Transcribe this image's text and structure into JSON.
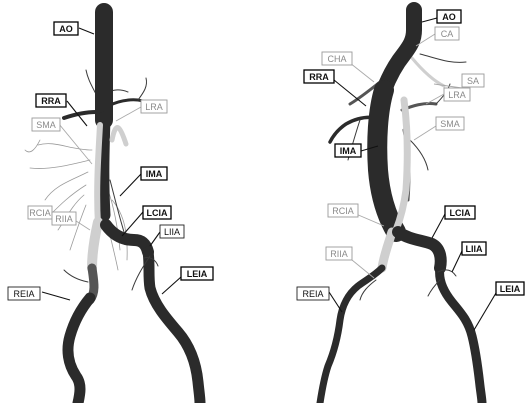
{
  "left_panel": {
    "labels": {
      "ao": "AO",
      "rra": "RRA",
      "lra": "LRA",
      "sma": "SMA",
      "ima": "IMA",
      "rcia": "RCIA",
      "riia": "RIIA",
      "lcia": "LCIA",
      "liia": "LIIA",
      "reia": "REIA",
      "leia": "LEIA"
    }
  },
  "right_panel": {
    "labels": {
      "ao": "AO",
      "ca": "CA",
      "cha": "CHA",
      "sa": "SA",
      "rra": "RRA",
      "lra": "LRA",
      "ima": "IMA",
      "sma": "SMA",
      "rcia": "RCIA",
      "lcia": "LCIA",
      "riia": "RIIA",
      "liia": "LIIA",
      "reia": "REIA",
      "leia": "LEIA"
    }
  }
}
